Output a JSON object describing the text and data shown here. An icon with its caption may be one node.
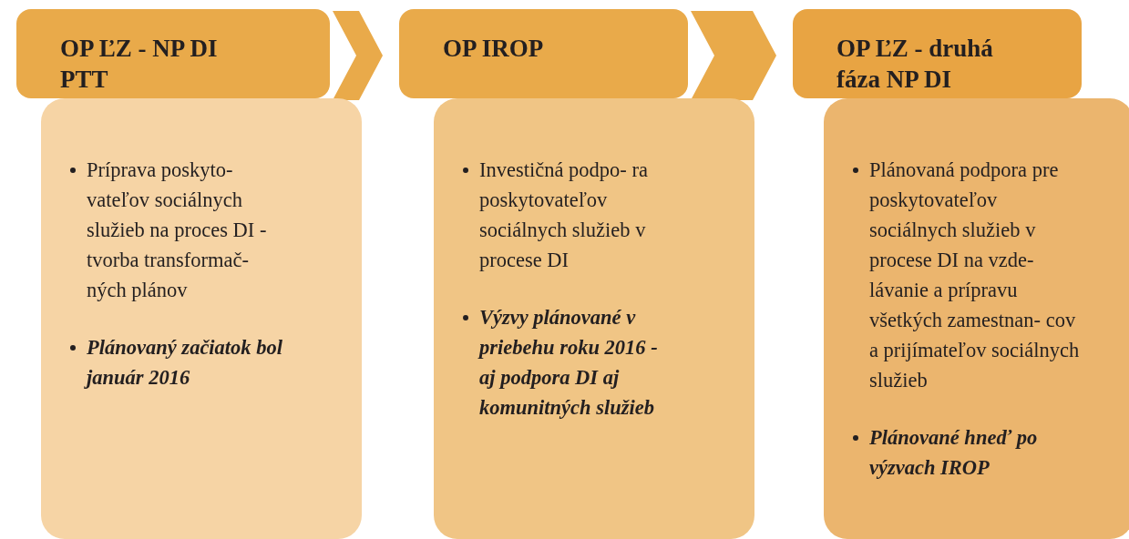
{
  "diagram": {
    "nodes": [
      {
        "text": [
          "OP ĽZ - NP DI PTT"
        ]
      },
      {
        "text": [
          "Príprava poskyto- vateľov sociálnych služieb na proces DI - tvorba transformač- ných plánov",
          "Plánovaný začiatok bol január 2016"
        ]
      },
      {
        "text": [
          "OP IROP"
        ]
      },
      {
        "text": [
          "Investičná podpo- ra poskytovateľov sociálnych služieb v procese DI",
          "Výzvy plánované v priebehu roku 2016 - aj podpora DI aj komunitných služieb"
        ]
      },
      {
        "text": [
          "OP ĽZ - druhá fáza NP DI"
        ]
      },
      {
        "text": [
          "Plánovaná podpora pre poskytovateľov sociálnych služieb v procese DI na vzde- lávanie a prípravu všetkých zamestnan- cov a prijímateľov sociálnych služieb",
          "Plánované hneď po výzvach IROP"
        ]
      }
    ],
    "edges": [
      {
        "from": 0,
        "to": 2,
        "arrow": "to"
      },
      {
        "from": 2,
        "to": 4,
        "arrow": "to"
      }
    ]
  }
}
